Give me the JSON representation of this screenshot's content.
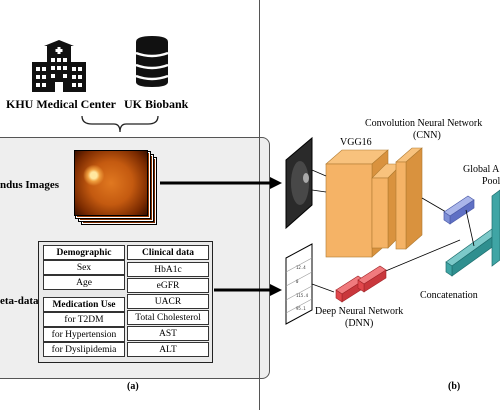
{
  "sources": {
    "hospital_label": "KHU Medical Center",
    "biobank_label": "UK Biobank"
  },
  "panel_a": {
    "fundus_label": "ndus Images",
    "meta_label": "eta-data",
    "caption": "(a)"
  },
  "tables": {
    "demographic": {
      "header": "Demographic",
      "rows": [
        "Sex",
        "Age"
      ]
    },
    "medication": {
      "header": "Medication Use",
      "rows": [
        "for T2DM",
        "for Hypertension",
        "for Dyslipidemia"
      ]
    },
    "clinical": {
      "header": "Clinical data",
      "rows": [
        "HbA1c",
        "eGFR",
        "UACR",
        "Total Cholesterol",
        "AST",
        "ALT"
      ]
    }
  },
  "panel_b": {
    "vgg_label": "VGG16",
    "cnn_label_1": "Convolution Neural Network",
    "cnn_label_2": "(CNN)",
    "gap_label_1": "Global A",
    "gap_label_2": "Pool",
    "dnn_label_1": "Deep Neural Network",
    "dnn_label_2": "(DNN)",
    "concat_label": "Concatenation",
    "caption": "(b)"
  },
  "colors": {
    "panel_bg": "#eeeeee",
    "conv_orange": "#f5b366",
    "dense_red": "#e0474c",
    "gap_blue": "#7e8fd6",
    "concat_teal": "#3fa5a5"
  }
}
